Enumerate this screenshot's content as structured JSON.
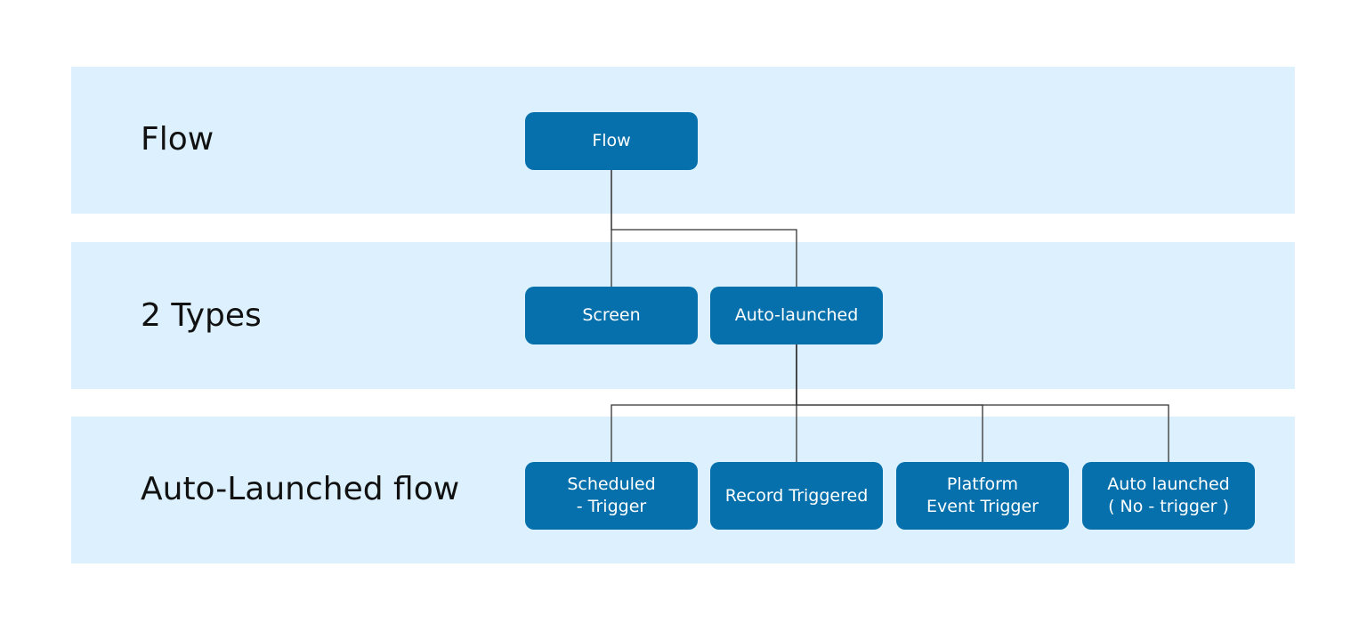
{
  "colors": {
    "band_background": "#dcf1fd",
    "node_fill": "#0570ab",
    "node_text": "#ffffff",
    "connector": "#333333",
    "label_text": "#111111"
  },
  "rows": [
    {
      "label": "Flow"
    },
    {
      "label": "2 Types"
    },
    {
      "label": "Auto-Launched flow"
    }
  ],
  "nodes": {
    "flow": {
      "lines": [
        "Flow"
      ]
    },
    "screen": {
      "lines": [
        "Screen"
      ]
    },
    "auto_launched": {
      "lines": [
        "Auto-launched"
      ]
    },
    "scheduled_trigger": {
      "lines": [
        "Scheduled",
        "- Trigger"
      ]
    },
    "record_triggered": {
      "lines": [
        "Record Triggered"
      ]
    },
    "platform_event_trigger": {
      "lines": [
        "Platform",
        "Event Trigger"
      ]
    },
    "auto_launched_no_trigger": {
      "lines": [
        "Auto launched",
        "( No - trigger )"
      ]
    }
  },
  "edges": [
    {
      "from": "flow",
      "to": "screen"
    },
    {
      "from": "flow",
      "to": "auto_launched"
    },
    {
      "from": "auto_launched",
      "to": "scheduled_trigger"
    },
    {
      "from": "auto_launched",
      "to": "record_triggered"
    },
    {
      "from": "auto_launched",
      "to": "platform_event_trigger"
    },
    {
      "from": "auto_launched",
      "to": "auto_launched_no_trigger"
    }
  ]
}
